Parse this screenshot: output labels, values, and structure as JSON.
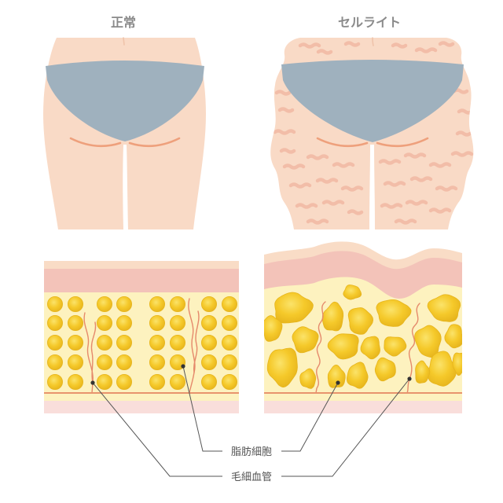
{
  "labels": {
    "normal": "正常",
    "cellulite": "セルライト",
    "fat_cells": "脂肪細胞",
    "capillaries": "毛細血管"
  },
  "colors": {
    "skin": "#f9dac6",
    "underwear": "#9fb1be",
    "fold_line": "#eea07c",
    "cleft_line": "#efc3aa",
    "cellulite_texture": "#f2bda8",
    "epidermis": "#f9dcc6",
    "dermis": "#f3c3b9",
    "fat_layer": "#fdf2bf",
    "fat_cell": "#f5c92a",
    "fat_cell_light": "#fbe36a",
    "fat_cell_edge": "#e7b51d",
    "subcutis": "#f9dedb",
    "fascia_line": "#e8946d",
    "capillary": "#e5896b",
    "leader_line": "#555555",
    "leader_dot": "#333333",
    "title_text": "#8a8a8a",
    "callout_text": "#555555"
  }
}
